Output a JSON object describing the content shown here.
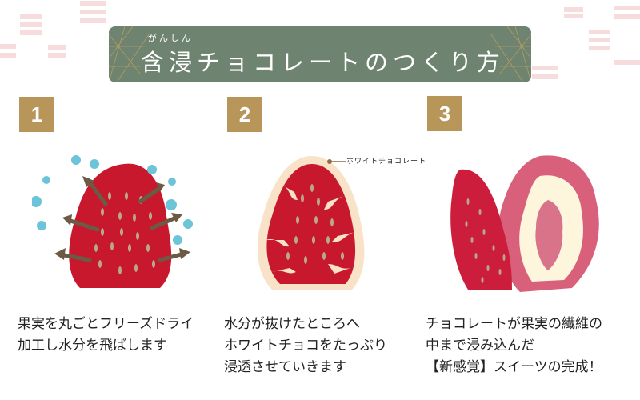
{
  "header": {
    "ruby": "がんしん",
    "title": "含浸チョコレートのつくり方",
    "background_color": "#6e8370",
    "text_color": "#ffffff",
    "pattern_color": "#c9a45c"
  },
  "steps": [
    {
      "number": "1",
      "illustration": "freeze-dried-strawberry-icon",
      "description_lines": [
        "果実を丸ごとフリーズドライ",
        "加工し水分を飛ばします"
      ]
    },
    {
      "number": "2",
      "illustration": "white-chocolate-infused-strawberry-icon",
      "callout_label": "ホワイトチョコレート",
      "description_lines": [
        "水分が抜けたところへ",
        "ホワイトチョコをたっぷり",
        "浸透させていきます"
      ]
    },
    {
      "number": "3",
      "illustration": "cut-strawberry-cross-section-icon",
      "description_lines": [
        "チョコレートが果実の繊維の",
        "中まで浸み込んだ",
        "【新感覚】スイーツの完成！"
      ]
    }
  ],
  "colors": {
    "badge": "#b8965a",
    "strawberry_red": "#c8182e",
    "seed": "#b9a98a",
    "water_drop": "#6cc4d8",
    "arrow": "#6b5a44",
    "white_chocolate": "#f8e3c8",
    "pink_flesh": "#d9607a",
    "deco_pink": "#f6dcdc"
  }
}
